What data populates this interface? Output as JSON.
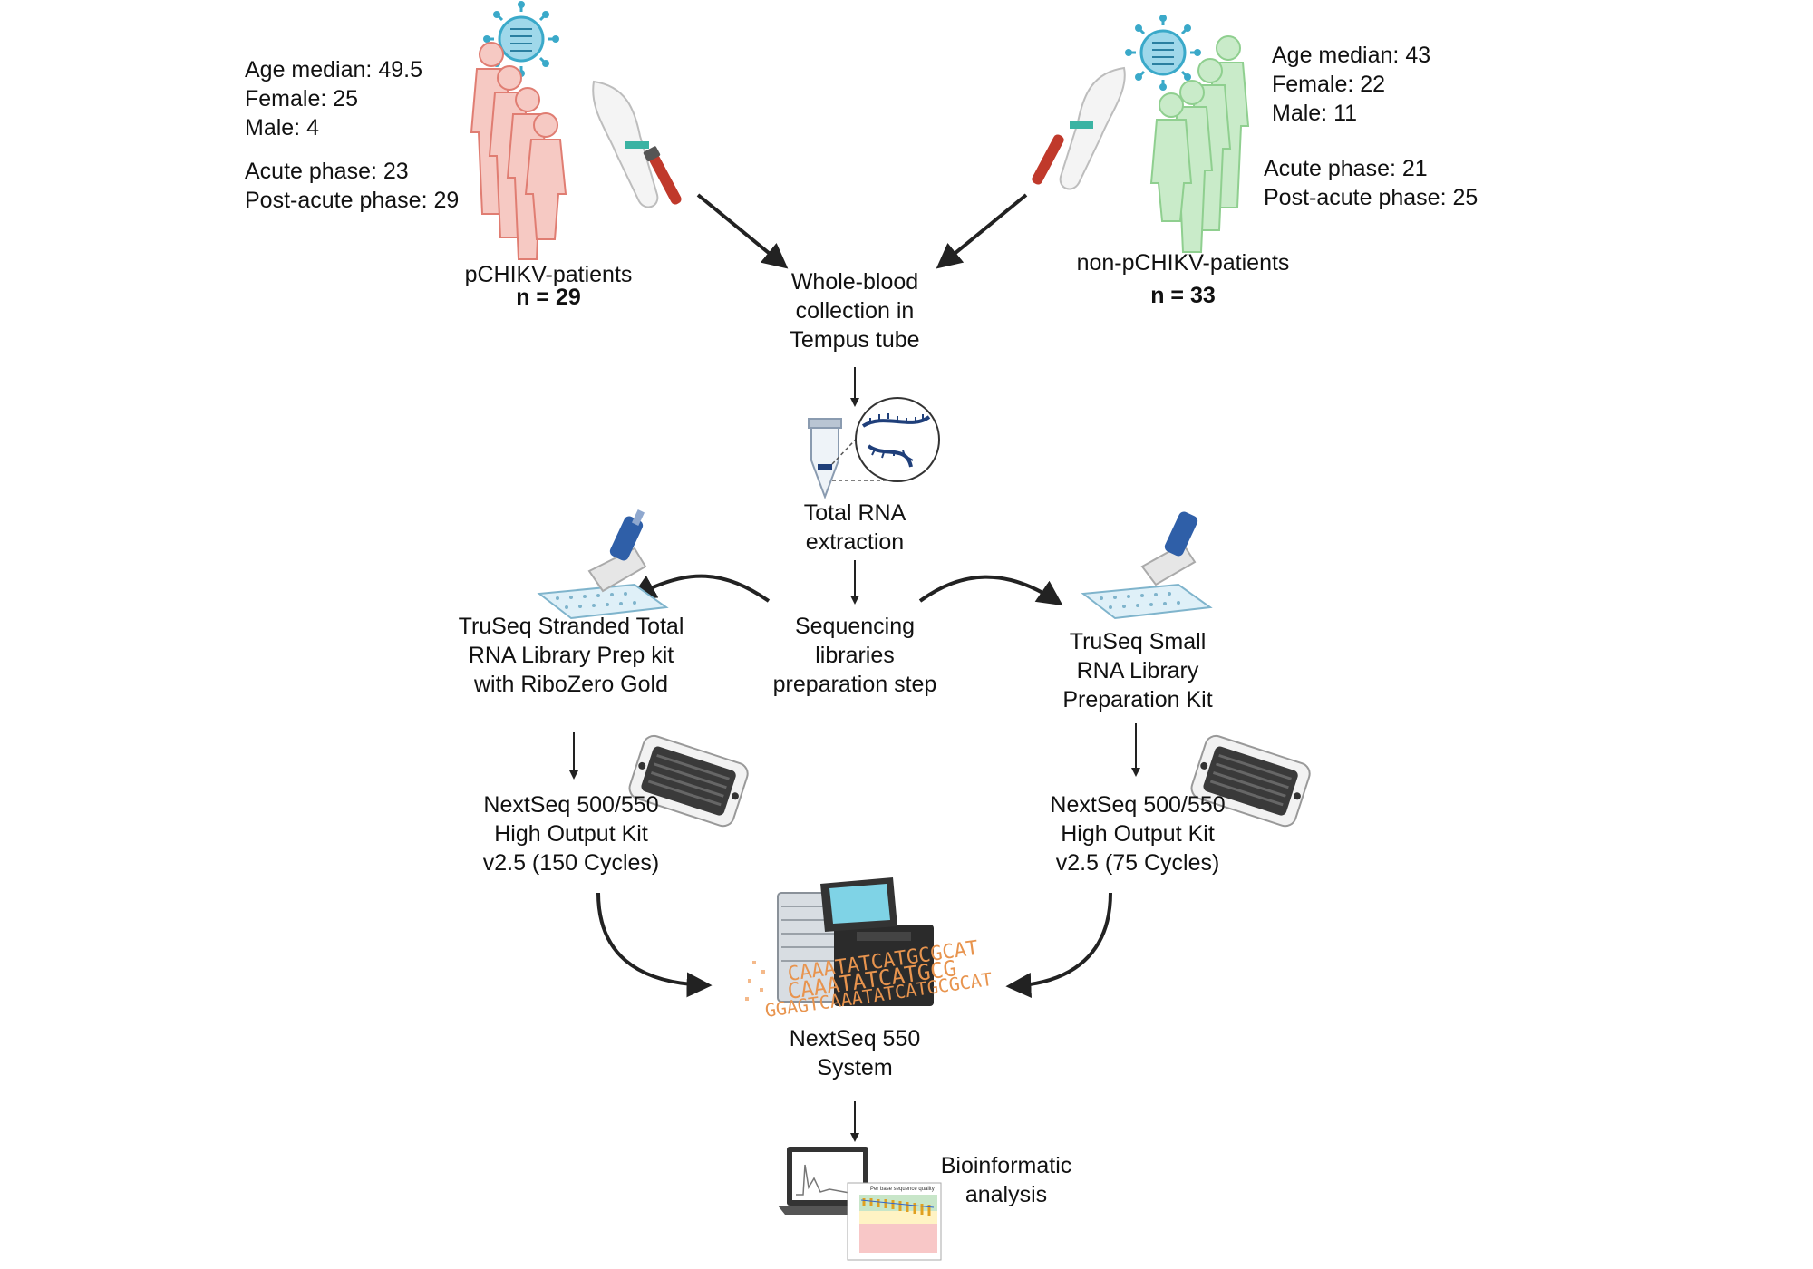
{
  "groups": {
    "pchikv": {
      "stats": [
        "Age median: 49.5",
        "Female: 25",
        "Male: 4"
      ],
      "phases": [
        "Acute phase: 23",
        "Post-acute phase: 29"
      ],
      "label": "pCHIKV-patients",
      "n": "n = 29",
      "color": "#e89a92"
    },
    "non_pchikv": {
      "stats": [
        "Age median: 43",
        "Female: 22",
        "Male: 11"
      ],
      "phases": [
        "Acute phase: 21",
        "Post-acute phase: 25"
      ],
      "label": "non-pCHIKV-patients",
      "n": "n = 33",
      "color": "#8fcf8f"
    }
  },
  "steps": {
    "collection": [
      "Whole-blood",
      "collection in",
      "Tempus tube"
    ],
    "extraction": [
      "Total RNA",
      "extraction"
    ],
    "library_prep": [
      "Sequencing",
      "libraries",
      "preparation step"
    ],
    "kit_left": [
      "TruSeq Stranded Total",
      "RNA Library Prep kit",
      "with RiboZero Gold"
    ],
    "kit_right": [
      "TruSeq Small",
      "RNA Library",
      "Preparation Kit"
    ],
    "output_left": [
      "NextSeq 500/550",
      "High Output Kit",
      "v2.5 (150 Cycles)"
    ],
    "output_right": [
      "NextSeq 500/550",
      "High Output Kit",
      "v2.5 (75 Cycles)"
    ],
    "sequencer": [
      "NextSeq 550",
      "System"
    ],
    "analysis": [
      "Bioinformatic",
      "analysis"
    ]
  },
  "sequence_reads": [
    "CAAATATCATGCGCAT",
    "CAAATATCATGCG",
    "GGAGTCAAATATCATGCGCAT"
  ],
  "qc_chart_title": "Per base sequence quality",
  "colors": {
    "arrow": "#222222",
    "rna": "#1f3f7a",
    "pipette": "#2f5fa8",
    "sequence": "#e8944e",
    "virus": "#3aa9c9"
  }
}
